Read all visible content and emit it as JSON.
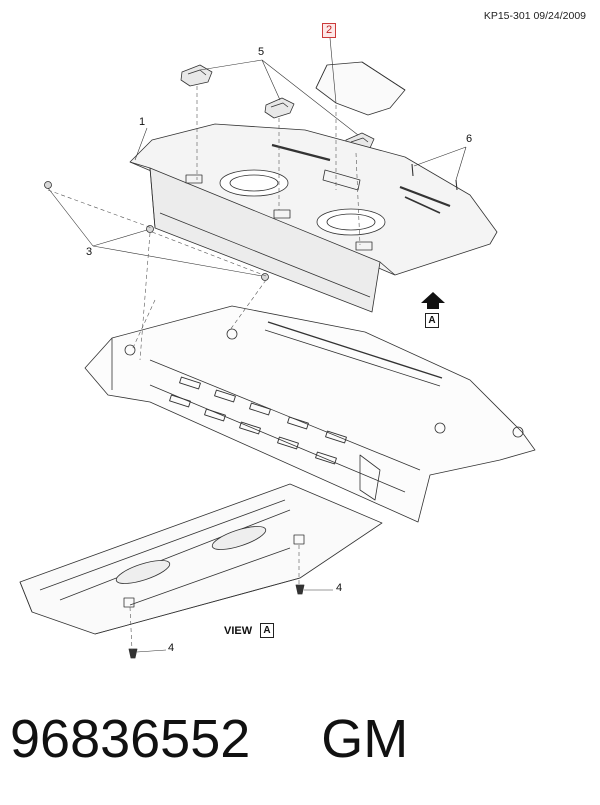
{
  "doc_code": "KP15-301 09/24/2009",
  "callouts": {
    "c1": "1",
    "c2": "2",
    "c3": "3",
    "c4a": "4",
    "c4b": "4",
    "c5": "5",
    "c6": "6"
  },
  "view_marker": {
    "arrow_letter": "A",
    "view_word": "VIEW",
    "view_letter": "A"
  },
  "footer": {
    "part_number": "96836552",
    "manufacturer": "GM"
  },
  "colors": {
    "callout_highlight_border": "#cc3a3a",
    "callout_highlight_fill": "#fde8e8",
    "line": "#333333"
  }
}
